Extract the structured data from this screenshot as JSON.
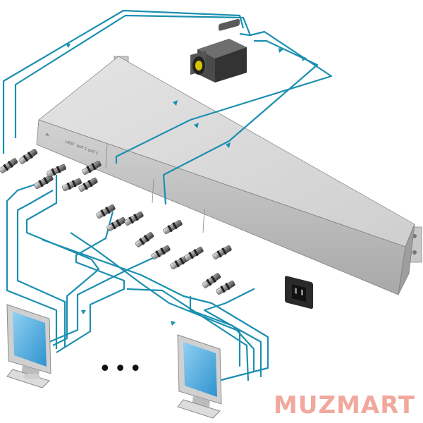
{
  "diagram": {
    "watermark": "MUZMART",
    "ellipsis": "•••",
    "port_labels": [
      "IN",
      "LOOP",
      "OUT 1",
      "OUT 2"
    ]
  },
  "colors": {
    "cable": "#1b8fb0",
    "chassis_top": "#d9d9d9",
    "chassis_front": "#bdbdbd",
    "screen": "#5ab6e6",
    "watermark": "#f0a99c"
  },
  "icons": [
    "video-camera-icon",
    "monitor-icon",
    "power-socket-icon",
    "bnc-connector-icon"
  ]
}
